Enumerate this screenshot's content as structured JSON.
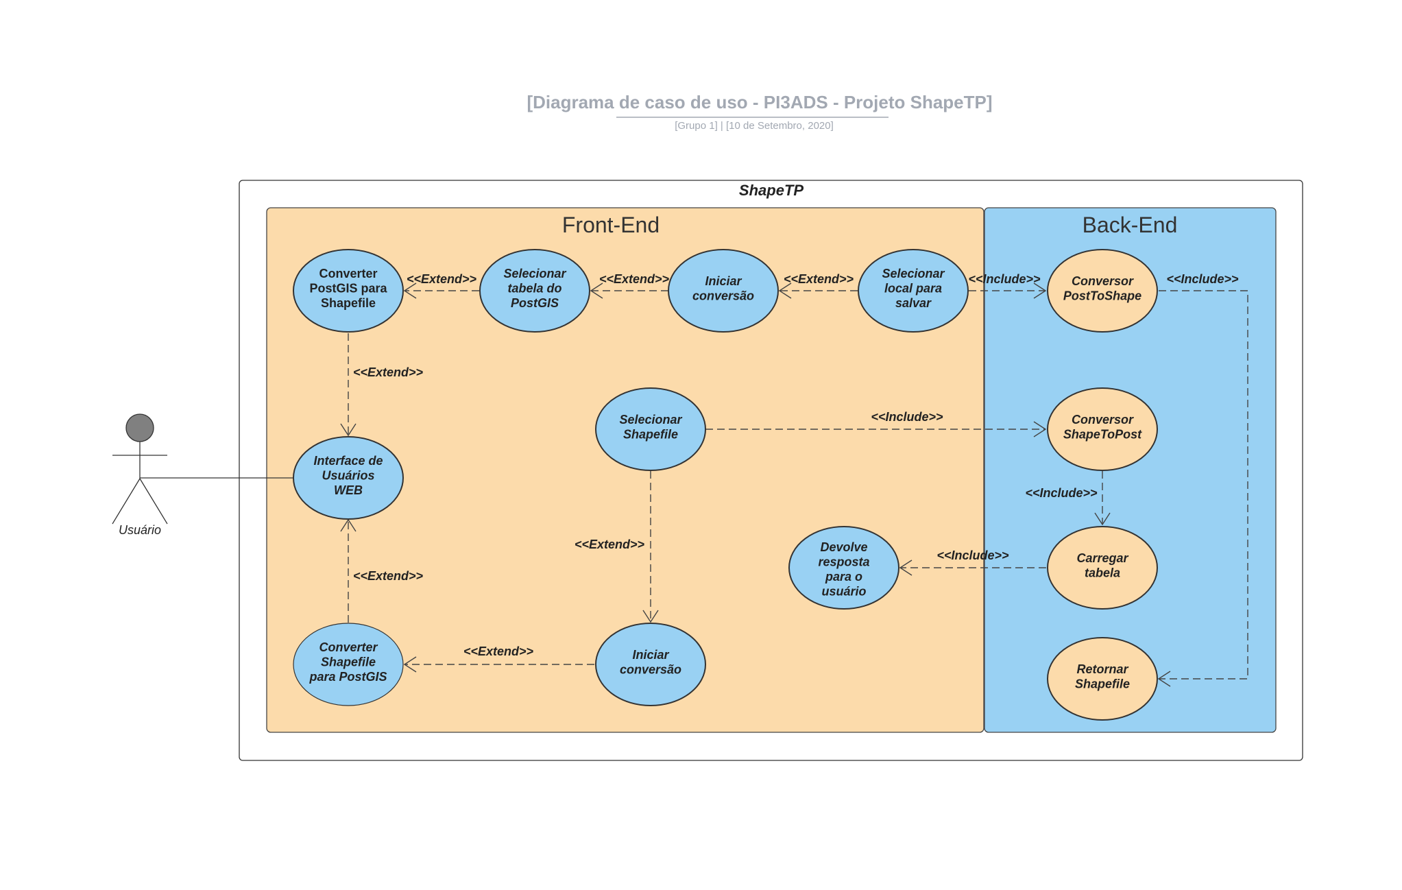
{
  "header": {
    "title": "[Diagrama de caso de uso - PI3ADS - Projeto ShapeTP]",
    "subtitle": "[Grupo 1]  |  [10 de Setembro, 2020]"
  },
  "system": {
    "label": "ShapeTP"
  },
  "regions": {
    "front_end": {
      "label": "Front-End",
      "color": "#fcdbab"
    },
    "back_end": {
      "label": "Back-End",
      "color": "#99d1f3"
    }
  },
  "actor": {
    "label": "Usuário",
    "head_color": "#808080"
  },
  "colors": {
    "use_case_blue": "#99d1f3",
    "use_case_orange": "#fcdbab",
    "stroke": "#333333"
  },
  "use_cases": {
    "converter_postgis": {
      "lines": [
        "Converter",
        "PostGIS para",
        "Shapefile"
      ]
    },
    "selecionar_tabela": {
      "lines": [
        "Selecionar",
        "tabela do",
        "PostGIS"
      ]
    },
    "iniciar_conversao_top": {
      "lines": [
        "Iniciar",
        "conversão"
      ]
    },
    "selecionar_local": {
      "lines": [
        "Selecionar",
        "local para",
        "salvar"
      ]
    },
    "conversor_posttoshape": {
      "lines": [
        "Conversor",
        "PostToShape"
      ]
    },
    "interface_web": {
      "lines": [
        "Interface de",
        "Usuários",
        "WEB"
      ]
    },
    "selecionar_shapefile": {
      "lines": [
        "Selecionar",
        "Shapefile"
      ]
    },
    "conversor_shapetopost": {
      "lines": [
        "Conversor",
        "ShapeToPost"
      ]
    },
    "carregar_tabela": {
      "lines": [
        "Carregar",
        "tabela"
      ]
    },
    "devolve_resposta": {
      "lines": [
        "Devolve",
        "resposta",
        "para o",
        "usuário"
      ]
    },
    "converter_shapefile": {
      "lines": [
        "Converter",
        "Shapefile",
        "para PostGIS"
      ]
    },
    "iniciar_conversao_bottom": {
      "lines": [
        "Iniciar",
        "conversão"
      ]
    },
    "retornar_shapefile": {
      "lines": [
        "Retornar",
        "Shapefile"
      ]
    }
  },
  "relationships": {
    "extend_1": "<<Extend>>",
    "extend_2": "<<Extend>>",
    "extend_3": "<<Extend>>",
    "include_1": "<<Include>>",
    "include_2": "<<Include>>",
    "extend_4": "<<Extend>>",
    "include_3": "<<Include>>",
    "include_4": "<<Include>>",
    "include_5": "<<Include>>",
    "extend_5": "<<Extend>>",
    "extend_6": "<<Extend>>",
    "extend_7": "<<Extend>>"
  }
}
